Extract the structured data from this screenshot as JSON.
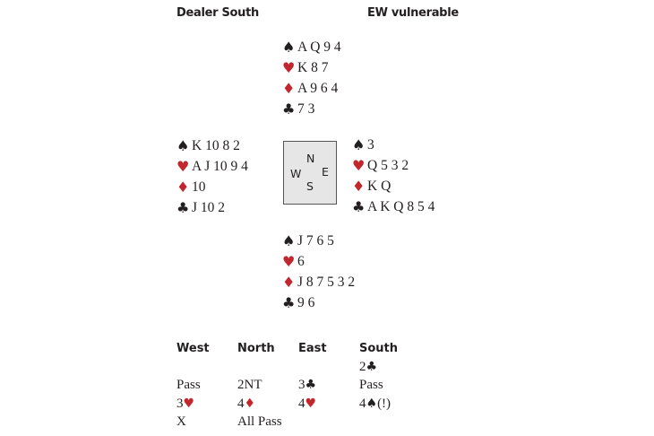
{
  "header": {
    "dealer": "Dealer South",
    "vulnerability": "EW vulnerable"
  },
  "suit_symbols": {
    "S": "♠",
    "H": "♥",
    "D": "♦",
    "C": "♣"
  },
  "colors": {
    "red": "#c1272d",
    "black": "#231f20",
    "compass_bg": "#e6e6e6"
  },
  "hands": {
    "north": {
      "S": "A Q 9 4",
      "H": "K 8 7",
      "D": "A 9 6 4",
      "C": "7 3"
    },
    "west": {
      "S": "K 10 8 2",
      "H": "A J 10 9 4",
      "D": "10",
      "C": "J 10 2"
    },
    "east": {
      "S": "3",
      "H": "Q 5 3 2",
      "D": "K Q",
      "C": "A K Q 8 5 4"
    },
    "south": {
      "S": "J 7 6 5",
      "H": "6",
      "D": "J 8 7 5 3 2",
      "C": "9 6"
    }
  },
  "compass": {
    "n": "N",
    "e": "E",
    "s": "S",
    "w": "W"
  },
  "auction": {
    "headers": [
      "West",
      "North",
      "East",
      "South"
    ],
    "columns": [
      [
        {
          "t": ""
        },
        {
          "t": "Pass"
        },
        {
          "t": "3",
          "s": "H"
        },
        {
          "t": "X"
        }
      ],
      [
        {
          "t": ""
        },
        {
          "t": "2NT"
        },
        {
          "t": "4",
          "s": "D"
        },
        {
          "t": "All Pass"
        }
      ],
      [
        {
          "t": ""
        },
        {
          "t": "3",
          "s": "C"
        },
        {
          "t": "4",
          "s": "H"
        }
      ],
      [
        {
          "t": "2",
          "s": "C"
        },
        {
          "t": "Pass"
        },
        {
          "t": "4",
          "s": "S",
          "after": "(!)"
        }
      ]
    ]
  }
}
